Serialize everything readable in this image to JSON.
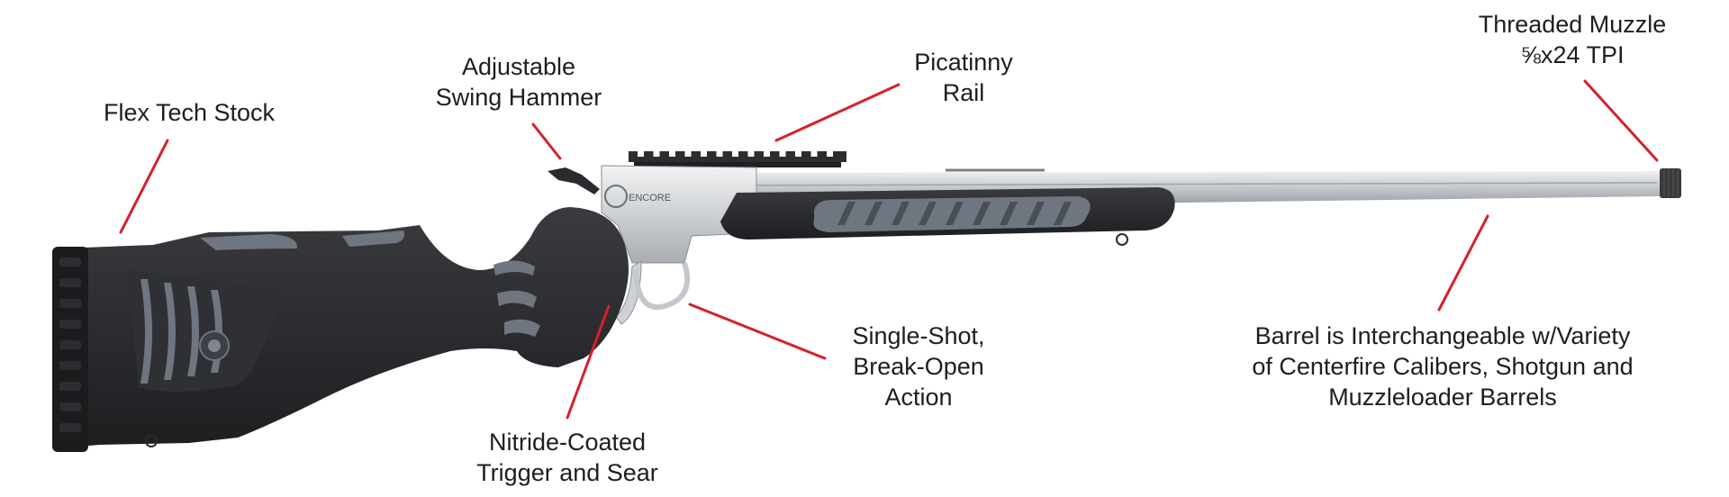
{
  "colors": {
    "callout_line": "#d6202c",
    "label_text": "#1e1e1e",
    "stock_black": "#2a2b2e",
    "stock_grey": "#6f7680",
    "barrel_steel": "#c9ccd0",
    "receiver_steel": "#d8dadc",
    "muzzle_dark": "#3a3a3a"
  },
  "receiver_mark": "ENCORE",
  "callouts": {
    "stock": {
      "lines": [
        "Flex Tech Stock"
      ]
    },
    "hammer": {
      "lines": [
        "Adjustable",
        "Swing Hammer"
      ]
    },
    "rail": {
      "lines": [
        "Picatinny",
        "Rail"
      ]
    },
    "muzzle": {
      "lines": [
        "Threaded Muzzle",
        "⅝x24 TPI"
      ]
    },
    "action": {
      "lines": [
        "Single-Shot,",
        "Break-Open",
        "Action"
      ]
    },
    "trigger": {
      "lines": [
        "Nitride-Coated",
        "Trigger and Sear"
      ]
    },
    "barrel": {
      "lines": [
        "Barrel is Interchangeable w/Variety",
        "of Centerfire Calibers, Shotgun and",
        "Muzzleloader Barrels"
      ]
    }
  }
}
